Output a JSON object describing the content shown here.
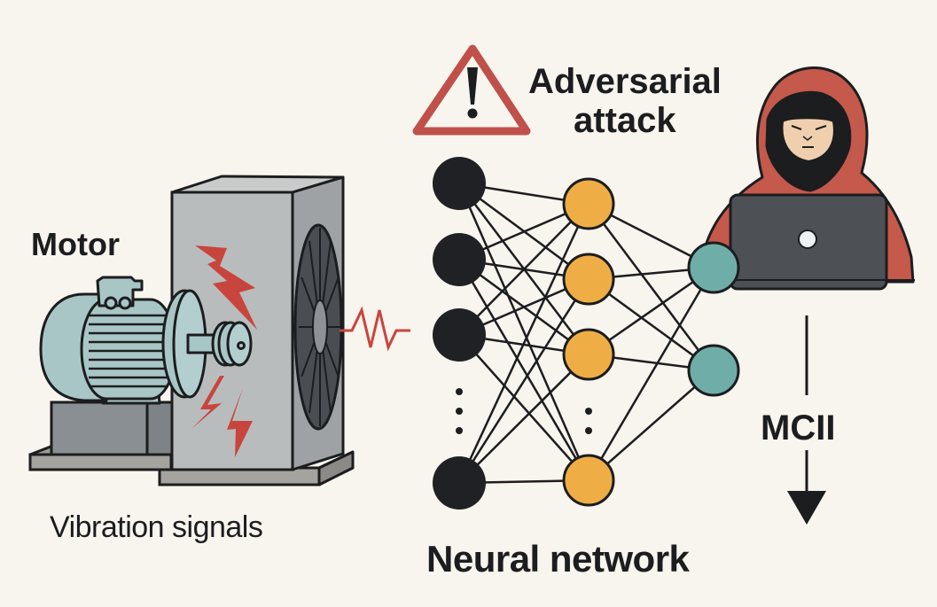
{
  "labels": {
    "motor": "Motor",
    "vibration_signals": "Vibration signals",
    "adversarial_line1": "Adversarial",
    "adversarial_line2": "attack",
    "neural_network": "Neural network",
    "output_metric": "MCII"
  },
  "colors": {
    "background": "#f8f4ee",
    "ink": "#1c1d1f",
    "warning_red": "#c0504a",
    "signal_red": "#c8453d",
    "motor_teal": "#a9c6c6",
    "housing_gray": "#b3b6b7",
    "input_node": "#1f2124",
    "hidden_node": "#efae45",
    "output_node": "#6fada8",
    "hoodie": "#c4594c",
    "skin": "#efcfae",
    "laptop": "#4d5156"
  },
  "network": {
    "layers": [
      {
        "name": "input",
        "visible_nodes": 4,
        "ellipsis_before_last": true
      },
      {
        "name": "hidden",
        "visible_nodes": 4,
        "ellipsis_before_last": true
      },
      {
        "name": "output",
        "visible_nodes": 2,
        "ellipsis_before_last": false
      }
    ]
  },
  "icons": {
    "warning": "warning-triangle-icon",
    "attacker": "hooded-hacker-icon",
    "motor": "electric-motor-icon",
    "fan_housing": "fan-housing-icon",
    "signal": "vibration-signal-icon",
    "arrow": "down-arrow-icon"
  }
}
